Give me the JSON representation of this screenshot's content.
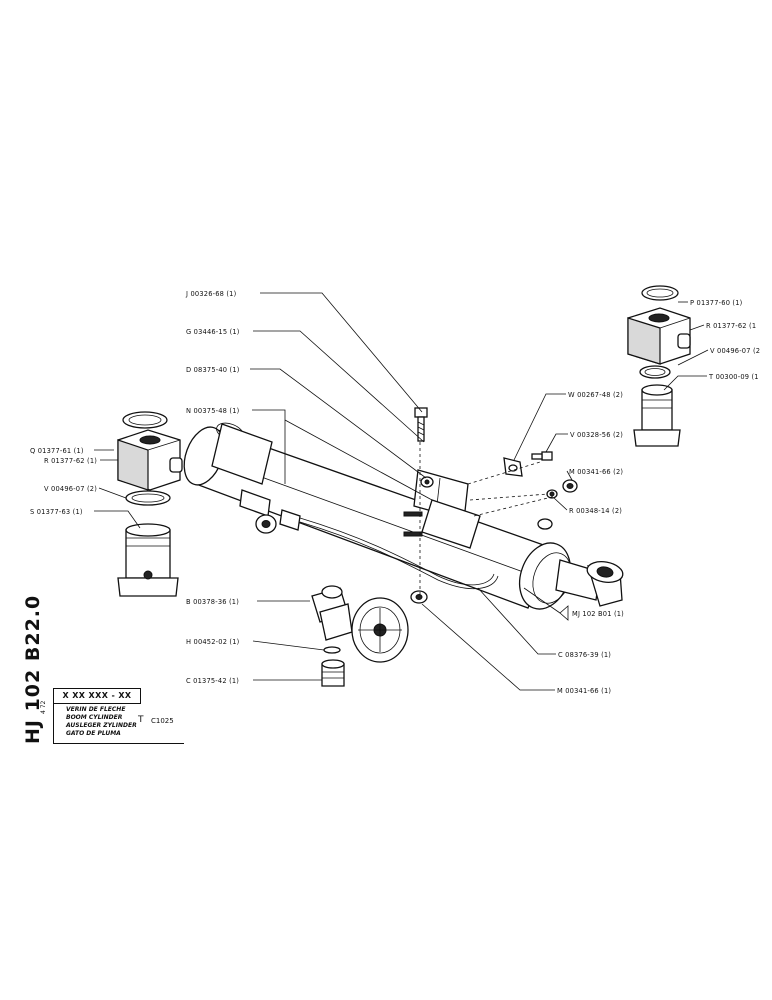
{
  "reference": "HJ 102 B22.0",
  "code_box": "X XX XXX - XX",
  "date_mark": "4 72",
  "title_lines": [
    "VERIN DE FLECHE",
    "BOOM CYLINDER",
    "AUSLEGER ZYLINDER",
    "GATO DE PLUMA"
  ],
  "t_letter": "T",
  "t_code": "C1025",
  "callouts": [
    {
      "id": "j",
      "text": "J 00326-68 (1)"
    },
    {
      "id": "g",
      "text": "G 03446-15 (1)"
    },
    {
      "id": "d",
      "text": "D 08375-40 (1)"
    },
    {
      "id": "n",
      "text": "N 00375-48 (1)"
    },
    {
      "id": "q",
      "text": "Q 01377-61 (1)"
    },
    {
      "id": "r-left",
      "text": "R 01377-62 (1)"
    },
    {
      "id": "v-left",
      "text": "V 00496-07 (2)"
    },
    {
      "id": "s",
      "text": "S 01377-63 (1)"
    },
    {
      "id": "b",
      "text": "B 00378-36 (1)"
    },
    {
      "id": "h",
      "text": "H 00452-02 (1)"
    },
    {
      "id": "c-left",
      "text": "C 01375-42 (1)"
    },
    {
      "id": "p",
      "text": "P 01377-60 (1)"
    },
    {
      "id": "r-right",
      "text": "R 01377-62 (1"
    },
    {
      "id": "v-right",
      "text": "V 00496-07 (2"
    },
    {
      "id": "t",
      "text": "T 00300-09 (1"
    },
    {
      "id": "w",
      "text": "W 00267-48 (2)"
    },
    {
      "id": "v-mid",
      "text": "V 00328-56 (2)"
    },
    {
      "id": "m-top",
      "text": "M 00341-66 (2)"
    },
    {
      "id": "r-mid",
      "text": "R 00348-14 (2)"
    },
    {
      "id": "mj",
      "text": "MJ 102 B01 (1)"
    },
    {
      "id": "c-right",
      "text": "C 08376-39 (1)"
    },
    {
      "id": "m-bottom",
      "text": "M 00341-66 (1)"
    }
  ]
}
